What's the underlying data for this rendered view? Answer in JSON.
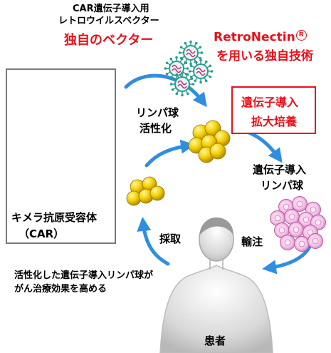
{
  "vector": {
    "line1": "CAR遺伝子導入用",
    "line2": "レトロウイルスベクター",
    "line3": "独自のベクター"
  },
  "retronectin": {
    "line1": "RetroNectin",
    "mark": "R",
    "line2": "を用いる独自技術"
  },
  "process_box": {
    "line1": "遺伝子導入",
    "line2": "拡大培養"
  },
  "activated_label": {
    "line1": "リンパ球",
    "line2": "活性化"
  },
  "transduced_label": {
    "line1": "遺伝子導入",
    "line2": "リンパ球"
  },
  "car_box": {
    "line1": "キメラ抗原受容体",
    "line2": "（CAR）"
  },
  "collect_label": "採取",
  "infuse_label": "輸注",
  "summary": {
    "line1": "活性化した遺伝子導入リンパ球が",
    "line2": "がん治療効果を高める"
  },
  "patient_label": "患者",
  "colors": {
    "red": "#e8101a",
    "arrow_blue": "#2f8ee0",
    "cell_yellow": "#e8c400",
    "cell_pink": "#f5b6e6",
    "virus_teal": "#2a9d8f",
    "virus_magenta": "#c0307a"
  }
}
